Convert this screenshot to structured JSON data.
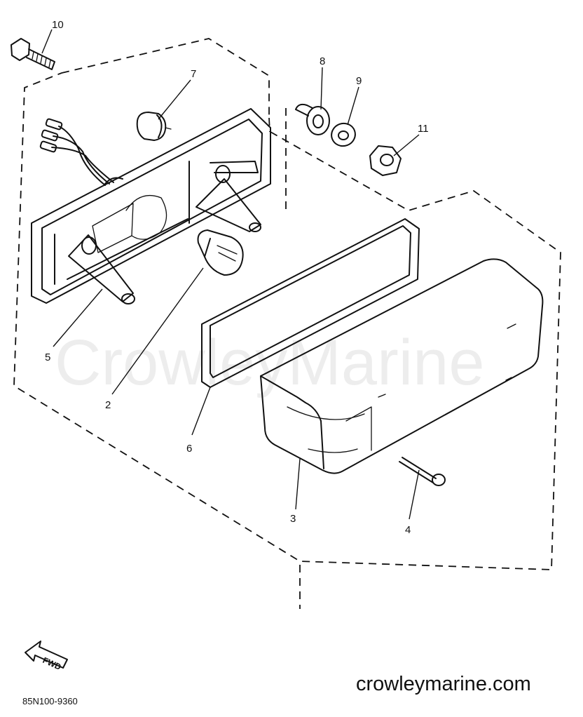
{
  "diagram": {
    "callouts": [
      "10",
      "7",
      "8",
      "9",
      "11",
      "5",
      "2",
      "6",
      "3",
      "4"
    ],
    "watermark": "CrowleyMarine",
    "site": "crowleymarine.com",
    "part_code": "85N100-9360",
    "direction_label": "FWD"
  }
}
